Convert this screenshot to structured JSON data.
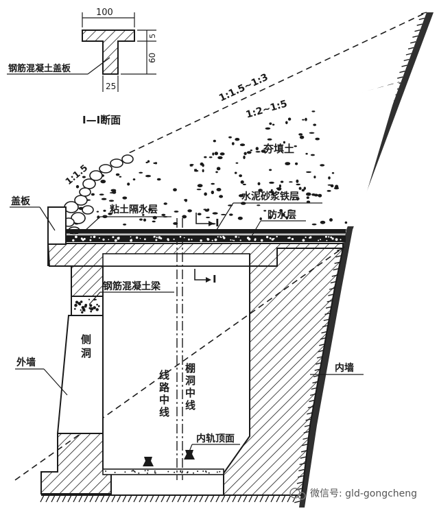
{
  "detail": {
    "width_top": "100",
    "dim_small": "5",
    "dim_height": "60",
    "width_bottom": "25",
    "slab_label": "钢筋混凝土盖板",
    "section_title": "I—I断面"
  },
  "slopes": {
    "upper_range": "1:1.5~1:3",
    "lower_range": "1:2~1:5",
    "left_slope": "1:1.5"
  },
  "labels": {
    "fill": "夯填土",
    "mortar": "水泥砂浆铁层",
    "clay": "粘土隔水层",
    "waterproof": "防水层",
    "cover_plate": "盖板",
    "beam": "钢筋混凝土梁",
    "outer_wall": "外墙",
    "inner_wall": "内墙",
    "side_hole": "侧洞",
    "route_center": "线路中线",
    "shed_center": "棚洞中线",
    "rail_top": "内轨顶面",
    "section_mark_top": "I",
    "section_mark_bottom": "I"
  },
  "watermark": {
    "text": "微信号: gld-gongcheng"
  },
  "colors": {
    "ink": "#1a1a1a",
    "paper": "#ffffff"
  }
}
